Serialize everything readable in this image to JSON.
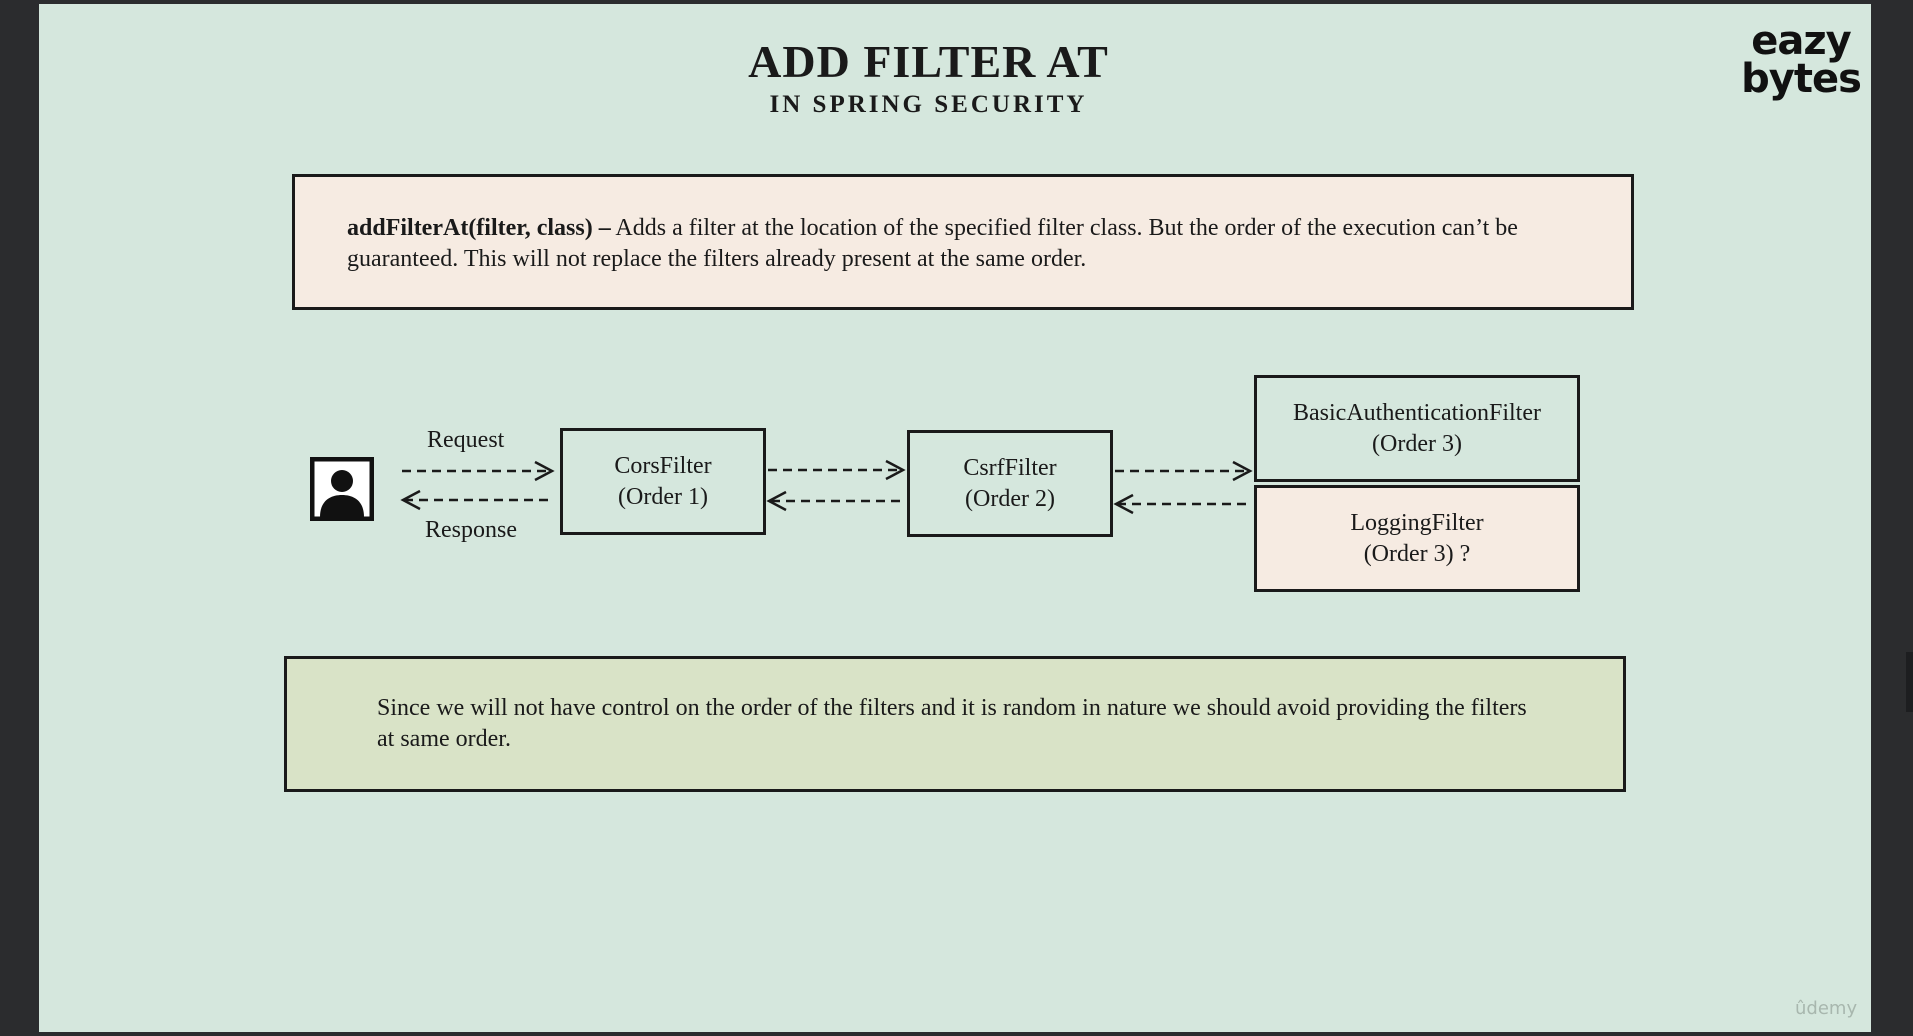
{
  "title": {
    "main": "ADD FILTER AT",
    "sub": "IN SPRING SECURITY"
  },
  "logo": {
    "line1": "eazy",
    "line2": "bytes"
  },
  "info": {
    "bold": "addFilterAt(filter, class) –",
    "text": " Adds a filter at the location of  the specified filter class. But the order of  the execution can’t be guaranteed. This will not replace the filters already present at the same order."
  },
  "diagram": {
    "request_label": "Request",
    "response_label": "Response",
    "user_icon": "user-silhouette-icon",
    "filters": {
      "cors": {
        "name": "CorsFilter",
        "order": "(Order 1)"
      },
      "csrf": {
        "name": "CsrfFilter",
        "order": "(Order 2)"
      },
      "basic": {
        "name": "BasicAuthenticationFilter",
        "order": "(Order 3)"
      },
      "logging": {
        "name": "LoggingFilter",
        "order": "(Order 3) ?"
      }
    }
  },
  "note": {
    "text": "Since we will not have control on the order of  the filters and it is random in nature we should avoid providing the filters at same order."
  },
  "watermark": "ûdemy",
  "colors": {
    "slide_bg": "#d5e7dd",
    "info_bg": "#f6ebe2",
    "note_bg": "#d9e3c7",
    "logging_bg": "#f6ebe2",
    "frame": "#2b2c2e"
  }
}
